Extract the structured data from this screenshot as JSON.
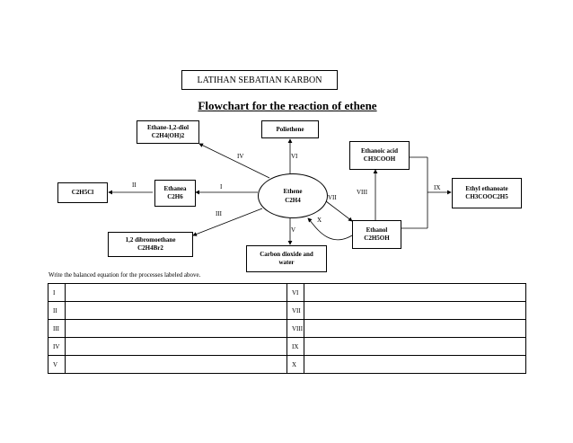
{
  "worksheet_title": "LATIHAN SEBATIAN KARBON",
  "heading": "Flowchart for the reaction of ethene",
  "center": {
    "name": "Ethene",
    "formula": "C2H4"
  },
  "boxes": {
    "diol": {
      "name": "Ethane-1,2-diol",
      "formula": "C2H4(OH)2"
    },
    "poly": {
      "name": "Poliethene",
      "formula": ""
    },
    "ethanoic": {
      "name": "Ethanoic  acid",
      "formula": "CH3COOH"
    },
    "c2h5cl": {
      "name": "C2H5Cl",
      "formula": ""
    },
    "ethanea": {
      "name": "Ethanea",
      "formula": "C2H6"
    },
    "ester": {
      "name": "Ethyl  ethanoate",
      "formula": "CH3COOC2H5"
    },
    "ethanol": {
      "name": "Ethanol",
      "formula": "C2H5OH"
    },
    "dibromo": {
      "name": "1,2 dibromoethane",
      "formula": "C2H4Br2"
    },
    "co2": {
      "name": "Carbon  dioxide  and",
      "formula": "water"
    }
  },
  "labels": {
    "I": "I",
    "II": "II",
    "III": "III",
    "IV": "IV",
    "V": "V",
    "VI": "VI",
    "VII": "VII",
    "VIII": "VIII",
    "IX": "IX",
    "X": "X"
  },
  "instruction": "Write the balanced equation for the processes labeled above.",
  "table_rows": [
    [
      "I",
      "VI"
    ],
    [
      "II",
      "VII"
    ],
    [
      "III",
      "VIII"
    ],
    [
      "IV",
      "IX"
    ],
    [
      "V",
      "X"
    ]
  ]
}
